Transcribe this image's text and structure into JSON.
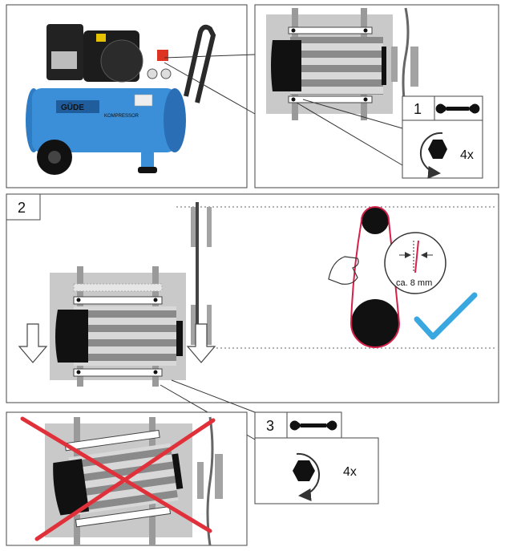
{
  "steps": [
    {
      "number": "1",
      "tool": "wrench-icon",
      "rotation_label": "4x",
      "rotation": "counter-clockwise"
    },
    {
      "number": "2"
    },
    {
      "number": "3",
      "tool": "wrench-icon",
      "rotation_label": "4x",
      "rotation": "clockwise"
    }
  ],
  "compressor": {
    "brand_label": "GÜDE",
    "model_label": "KOMPRESSOR",
    "tank_color": "#3b8fd8"
  },
  "belt": {
    "deflection_label": "ca. 8 mm",
    "belt_color": "#d6204a"
  },
  "status": {
    "correct_mark_color": "#3aa8e0",
    "incorrect_mark_color": "#e0303a"
  }
}
